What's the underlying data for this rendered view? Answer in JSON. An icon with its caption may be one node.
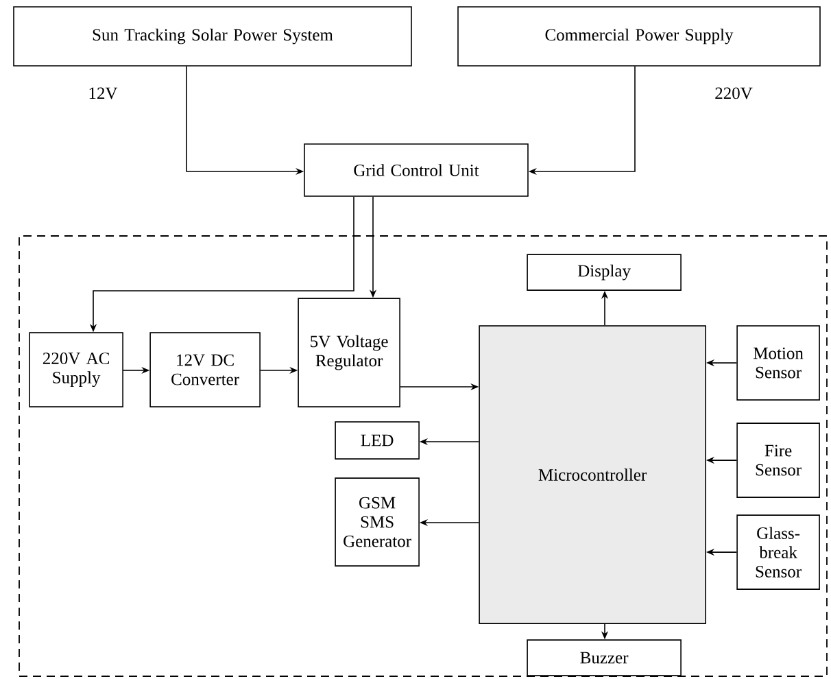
{
  "diagram": {
    "nodes": [
      {
        "text": [
          "Sun Tracking Solar Power System"
        ],
        "beside": [
          "12V"
        ]
      },
      {
        "text": [
          "Commercial Power Supply"
        ],
        "beside": [
          "220V"
        ]
      },
      {
        "text": [
          "Grid Control Unit"
        ]
      },
      {
        "text": [],
        "shape": "box"
      },
      {
        "text": [
          "220V AC Supply"
        ],
        "in": 3
      },
      {
        "text": [
          "12V DC Converter"
        ],
        "in": 3
      },
      {
        "text": [
          "5V Voltage Regulator"
        ],
        "in": 3
      },
      {
        "text": [
          "Display"
        ],
        "in": 3
      },
      {
        "text": [
          "Microcontroller"
        ],
        "in": 3
      },
      {
        "text": [
          "LED"
        ],
        "in": 3
      },
      {
        "text": [
          "GSM SMS Generator"
        ],
        "in": 3
      },
      {
        "text": [
          "Motion Sensor"
        ],
        "in": 3
      },
      {
        "text": [
          "Fire Sensor"
        ],
        "in": 3
      },
      {
        "text": [
          "Glass-break Sensor"
        ],
        "in": 3
      },
      {
        "text": [
          "Buzzer"
        ],
        "in": 3
      }
    ],
    "edges": [
      {
        "from": 0,
        "to": 2,
        "arrow": "to"
      },
      {
        "from": 1,
        "to": 2,
        "arrow": "to"
      },
      {
        "from": 2,
        "to": 4,
        "arrow": "to"
      },
      {
        "from": 2,
        "to": 6,
        "arrow": "to"
      },
      {
        "from": 4,
        "to": 5,
        "arrow": "to"
      },
      {
        "from": 5,
        "to": 6,
        "arrow": "to"
      },
      {
        "from": 6,
        "to": 8,
        "arrow": "to"
      },
      {
        "from": 8,
        "to": 7,
        "arrow": "to"
      },
      {
        "from": 8,
        "to": 9,
        "arrow": "to"
      },
      {
        "from": 8,
        "to": 10,
        "arrow": "to"
      },
      {
        "from": 11,
        "to": 8,
        "arrow": "to"
      },
      {
        "from": 12,
        "to": 8,
        "arrow": "to"
      },
      {
        "from": 13,
        "to": 8,
        "arrow": "to"
      },
      {
        "from": 8,
        "to": 14,
        "arrow": "to"
      }
    ]
  }
}
